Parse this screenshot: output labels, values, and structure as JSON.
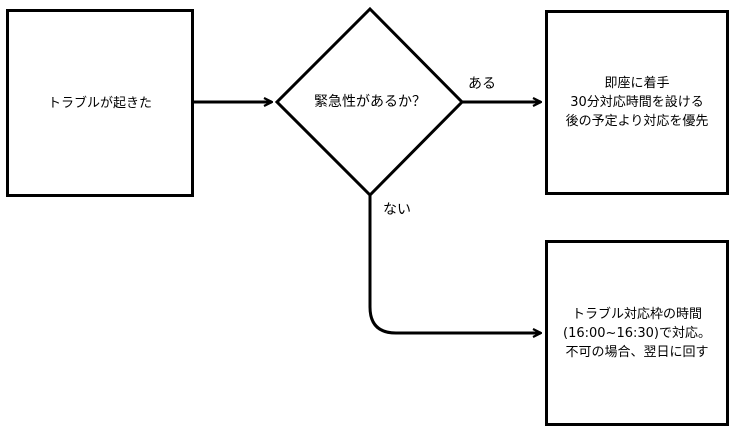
{
  "diagram": {
    "start_node": {
      "text": "トラブルが起きた"
    },
    "decision": {
      "text": "緊急性があるか？"
    },
    "branch_yes": {
      "label": "ある"
    },
    "branch_no": {
      "label": "ない"
    },
    "yes_action": {
      "text": "即座に着手\n30分対応時間を設ける\n後の予定より対応を優先"
    },
    "no_action": {
      "text": "トラブル対応枠の時間\n(16:00~16:30)で対応。\n不可の場合、翌日に回す"
    }
  },
  "colors": {
    "stroke": "#000000",
    "fill": "#ffffff"
  }
}
